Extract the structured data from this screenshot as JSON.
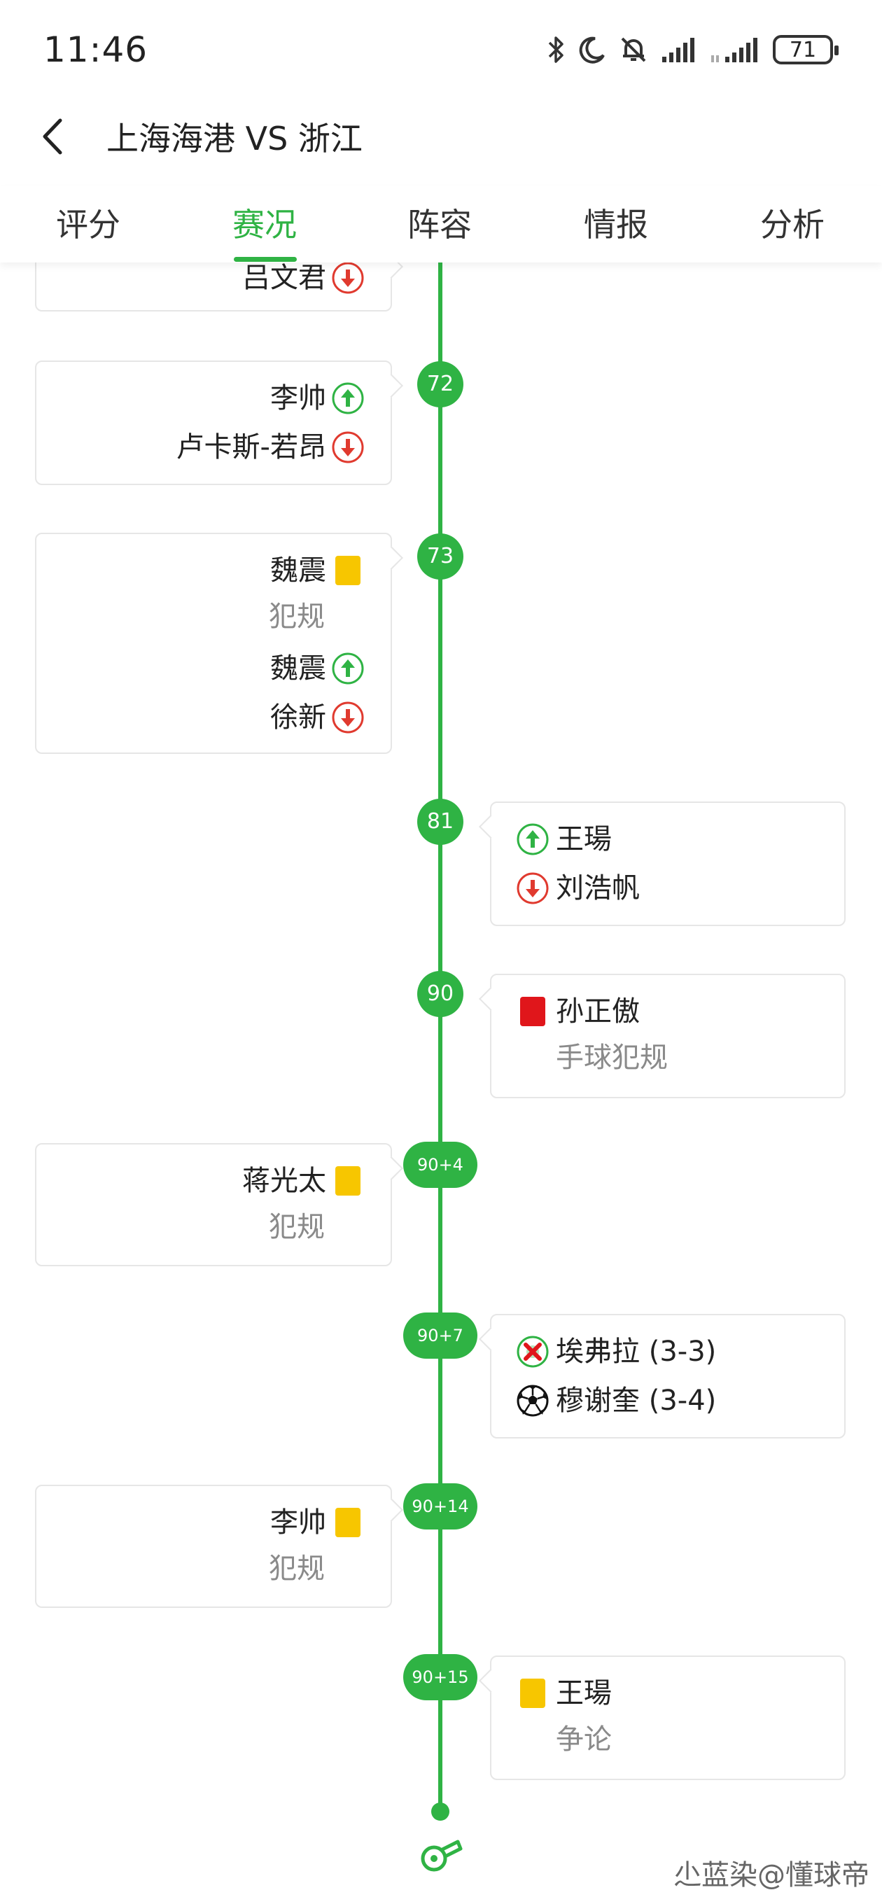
{
  "status_bar": {
    "time": "11:46",
    "battery": "71"
  },
  "header": {
    "title": "上海海港 VS 浙江"
  },
  "tabs": [
    {
      "label": "评分"
    },
    {
      "label": "赛况"
    },
    {
      "label": "阵容"
    },
    {
      "label": "情报"
    },
    {
      "label": "分析"
    }
  ],
  "active_tab": "赛况",
  "colors": {
    "accent": "#2fb344",
    "sub_in": "#2fb344",
    "sub_out": "#e03a2f",
    "yellow_card": "#f7c600",
    "red_card": "#e0161b"
  },
  "timeline": {
    "partial": {
      "player": "吕文君",
      "icon": "sub-out-icon"
    },
    "e72": {
      "minute": "72",
      "in": "李帅",
      "out": "卢卡斯-若昂"
    },
    "e73": {
      "minute": "73",
      "yellow": "魏震",
      "yellow_reason": "犯规",
      "in": "魏震",
      "out": "徐新"
    },
    "e81": {
      "minute": "81",
      "in": "王瑒",
      "out": "刘浩帆"
    },
    "e90": {
      "minute": "90",
      "red": "孙正傲",
      "red_reason": "手球犯规"
    },
    "e94": {
      "minute": "90+4",
      "yellow": "蒋光太",
      "yellow_reason": "犯规"
    },
    "e97": {
      "minute": "90+7",
      "missed": "埃弗拉 (3-3)",
      "scored": "穆谢奎 (3-4)"
    },
    "e104": {
      "minute": "90+14",
      "yellow": "李帅",
      "yellow_reason": "犯规"
    },
    "e105": {
      "minute": "90+15",
      "yellow": "王瑒",
      "yellow_reason": "争论"
    }
  },
  "icons": [
    "chevron-left-icon",
    "bluetooth-icon",
    "moon-icon",
    "bell-off-icon",
    "signal-icon",
    "sub-in-icon",
    "sub-out-icon",
    "yellow-card-icon",
    "red-card-icon",
    "penalty-missed-icon",
    "penalty-scored-icon",
    "whistle-icon"
  ],
  "watermark": "尐蓝染@懂球帝"
}
